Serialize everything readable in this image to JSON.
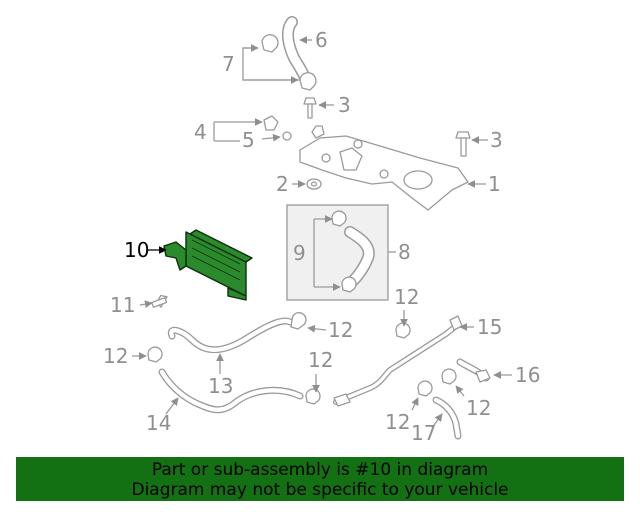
{
  "diagram": {
    "highlight_color": "#2b8a2b",
    "part_color": "#9a9a9a",
    "callouts": {
      "c1": "1",
      "c2": "2",
      "c3a": "3",
      "c3b": "3",
      "c4": "4",
      "c5": "5",
      "c6": "6",
      "c7": "7",
      "c8": "8",
      "c9": "9",
      "c10": "10",
      "c11": "11",
      "c12a": "12",
      "c12b": "12",
      "c12c": "12",
      "c12d": "12",
      "c12e": "12",
      "c12f": "12",
      "c13": "13",
      "c14": "14",
      "c15": "15",
      "c16": "16",
      "c17": "17"
    },
    "highlighted_part": "10"
  },
  "banner": {
    "line1": "Part or sub-assembly is #10 in diagram",
    "line2": "Diagram may not be specific to your vehicle",
    "background": "#137013"
  }
}
